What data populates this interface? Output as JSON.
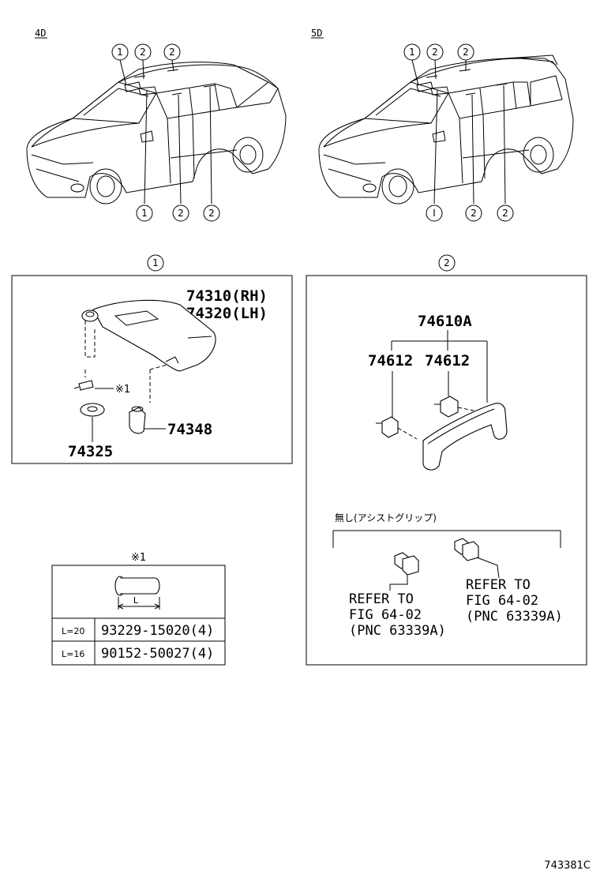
{
  "views": {
    "sedan": {
      "code": "4D"
    },
    "wagon": {
      "code": "5D"
    }
  },
  "callouts": {
    "sedan_top": [
      "1",
      "2",
      "2"
    ],
    "sedan_bottom": [
      "1",
      "2",
      "2"
    ],
    "wagon_top": [
      "1",
      "2",
      "2"
    ],
    "wagon_bottom": [
      "I",
      "2",
      "2"
    ]
  },
  "panel1": {
    "ref": "1",
    "visor_rh": "74310(RH)",
    "visor_lh": "74320(LH)",
    "clip": "74348",
    "bracket": "74325",
    "screw_note": "※1"
  },
  "panel2": {
    "ref": "2",
    "grip_assy": "74610A",
    "cap_left": "74612",
    "cap_right": "74612",
    "without_label": "無し(アシストグリップ)",
    "refer_left": [
      "REFER TO",
      "FIG 64-02",
      "(PNC 63339A)"
    ],
    "refer_right": [
      "REFER TO",
      "FIG 64-02",
      "(PNC 63339A)"
    ]
  },
  "screw_table": {
    "note": "※1",
    "dim_label": "L",
    "rows": [
      {
        "length": "L=20",
        "part": "93229-15020(4)"
      },
      {
        "length": "L=16",
        "part": "90152-50027(4)"
      }
    ]
  },
  "figure_id": "743381C"
}
